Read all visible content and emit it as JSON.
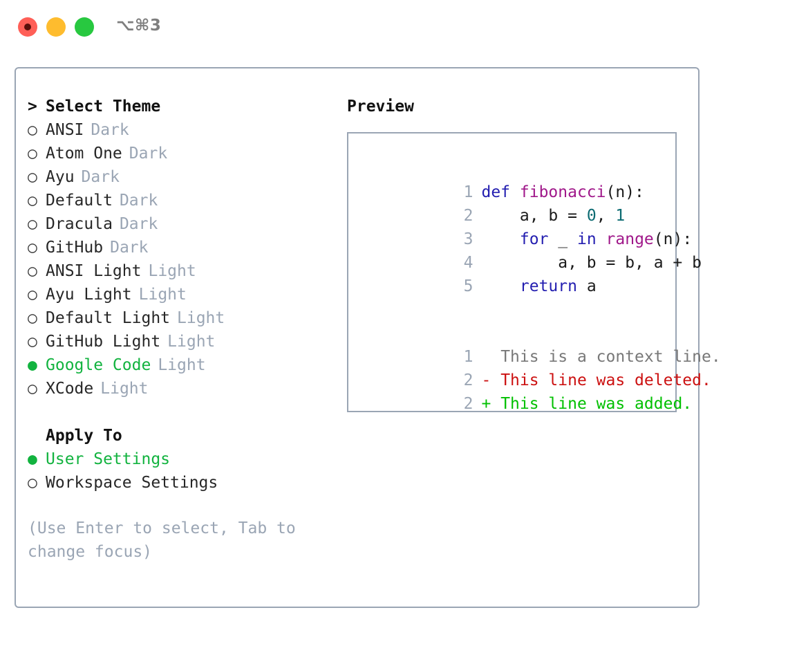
{
  "window": {
    "title": "⌥⌘3",
    "traffic_lights": [
      {
        "name": "close",
        "color": "#ff5f57"
      },
      {
        "name": "minimize",
        "color": "#febc2e"
      },
      {
        "name": "zoom",
        "color": "#28c840"
      }
    ]
  },
  "accent": {
    "selected_green": "#12b33f",
    "muted": "#9aa5b4",
    "border": "#9aa5b4"
  },
  "picker": {
    "header": {
      "caret": ">",
      "label": "Select Theme"
    },
    "items": [
      {
        "bullet": "○",
        "name": "ANSI",
        "variant": "Dark",
        "selected": false
      },
      {
        "bullet": "○",
        "name": "Atom One",
        "variant": "Dark",
        "selected": false
      },
      {
        "bullet": "○",
        "name": "Ayu",
        "variant": "Dark",
        "selected": false
      },
      {
        "bullet": "○",
        "name": "Default",
        "variant": "Dark",
        "selected": false
      },
      {
        "bullet": "○",
        "name": "Dracula",
        "variant": "Dark",
        "selected": false
      },
      {
        "bullet": "○",
        "name": "GitHub",
        "variant": "Dark",
        "selected": false
      },
      {
        "bullet": "○",
        "name": "ANSI Light",
        "variant": "Light",
        "selected": false
      },
      {
        "bullet": "○",
        "name": "Ayu Light",
        "variant": "Light",
        "selected": false
      },
      {
        "bullet": "○",
        "name": "Default Light",
        "variant": "Light",
        "selected": false
      },
      {
        "bullet": "○",
        "name": "GitHub Light",
        "variant": "Light",
        "selected": false
      },
      {
        "bullet": "●",
        "name": "Google Code",
        "variant": "Light",
        "selected": true
      },
      {
        "bullet": "○",
        "name": "XCode",
        "variant": "Light",
        "selected": false
      }
    ],
    "apply_to": {
      "label": "Apply To",
      "options": [
        {
          "bullet": "●",
          "name": "User Settings",
          "selected": true
        },
        {
          "bullet": "○",
          "name": "Workspace Settings",
          "selected": false
        }
      ]
    },
    "hint": "(Use Enter to select, Tab to change focus)"
  },
  "preview": {
    "title": "Preview",
    "code_lines": [
      {
        "number": "1",
        "tokens": [
          {
            "t": "def ",
            "c": "kw"
          },
          {
            "t": "fibonacci",
            "c": "fn"
          },
          {
            "t": "(n):",
            "c": "pl"
          }
        ]
      },
      {
        "number": "2",
        "tokens": [
          {
            "t": "    a, b = ",
            "c": "pl"
          },
          {
            "t": "0",
            "c": "num"
          },
          {
            "t": ", ",
            "c": "pl"
          },
          {
            "t": "1",
            "c": "num"
          }
        ]
      },
      {
        "number": "3",
        "tokens": [
          {
            "t": "    ",
            "c": "pl"
          },
          {
            "t": "for",
            "c": "kw"
          },
          {
            "t": " _ ",
            "c": "pl"
          },
          {
            "t": "in",
            "c": "kw"
          },
          {
            "t": " ",
            "c": "pl"
          },
          {
            "t": "range",
            "c": "fn"
          },
          {
            "t": "(n):",
            "c": "pl"
          }
        ]
      },
      {
        "number": "4",
        "tokens": [
          {
            "t": "        a, b = b, a + b",
            "c": "pl"
          }
        ]
      },
      {
        "number": "5",
        "tokens": [
          {
            "t": "    ",
            "c": "pl"
          },
          {
            "t": "return",
            "c": "kw"
          },
          {
            "t": " a",
            "c": "pl"
          }
        ]
      }
    ],
    "diff_lines": [
      {
        "number": "1",
        "marker": " ",
        "text": " This is a context line.",
        "kind": "ctx"
      },
      {
        "number": "2",
        "marker": "-",
        "text": " This line was deleted.",
        "kind": "del"
      },
      {
        "number": "2",
        "marker": "+",
        "text": " This line was added.",
        "kind": "add"
      }
    ]
  }
}
